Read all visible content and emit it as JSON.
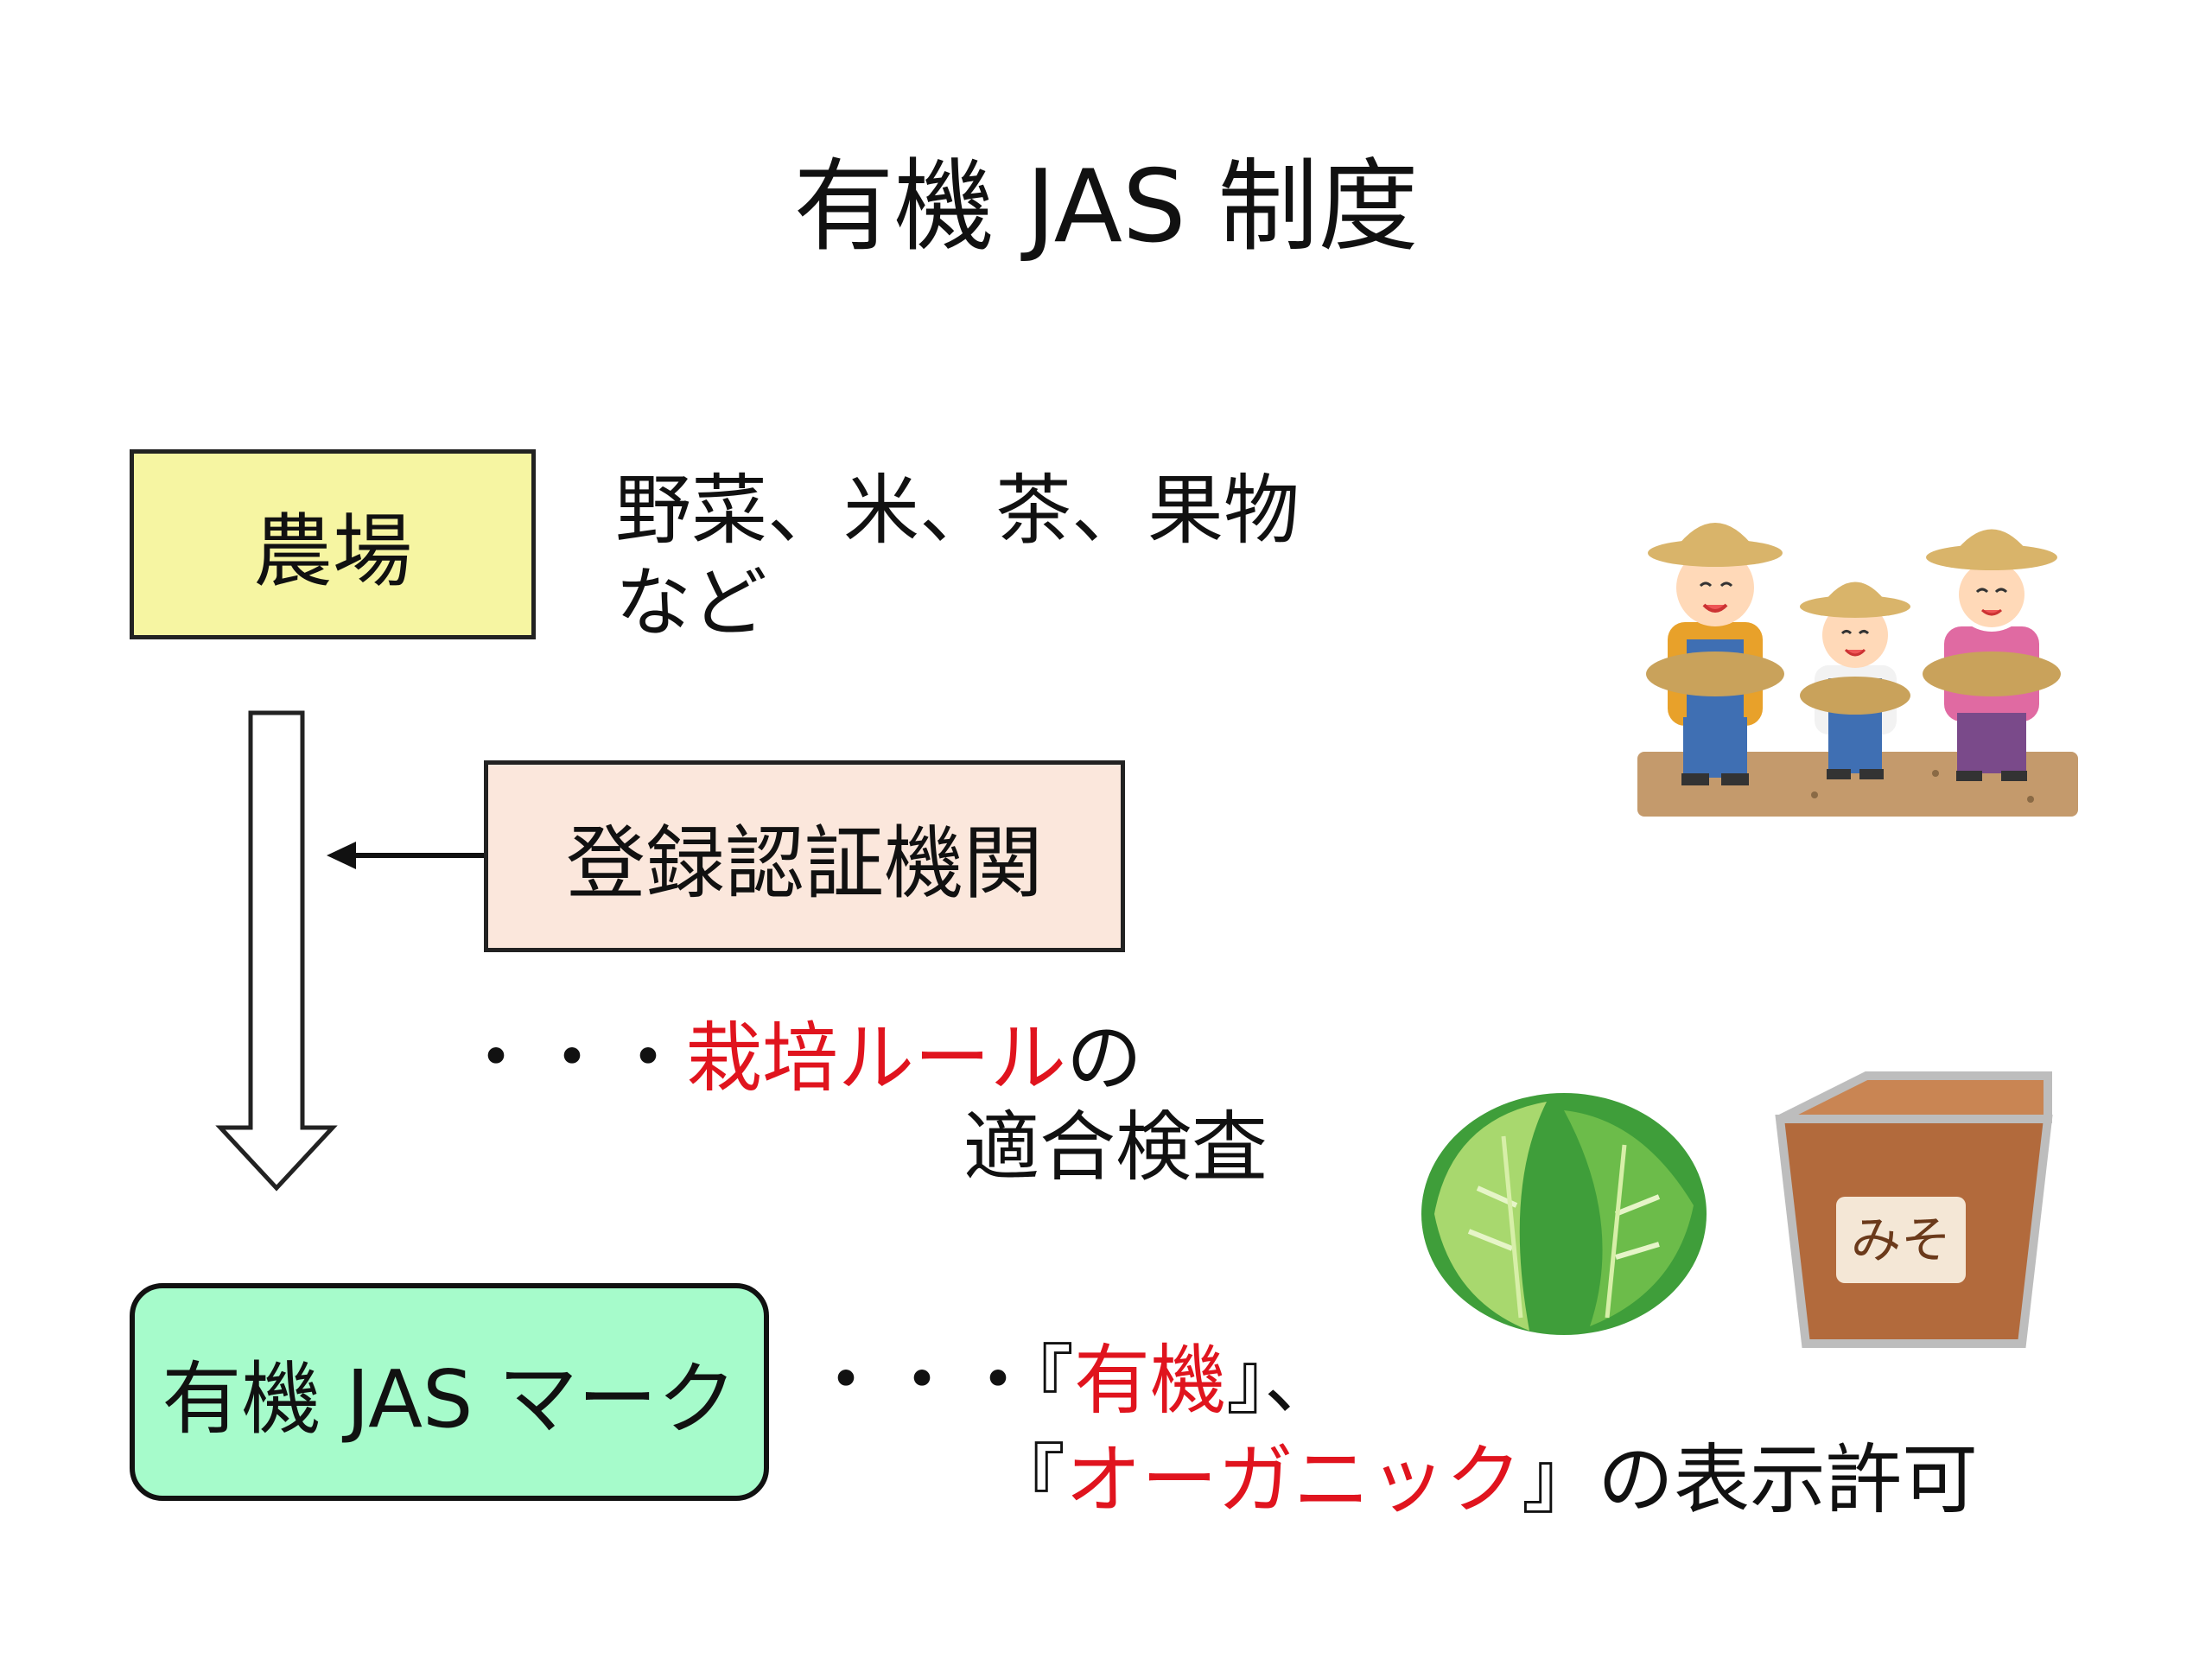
{
  "title": "有機 JAS 制度",
  "farm": {
    "label": "農場",
    "products_line1": "野菜、米、茶、果物",
    "products_line2": "など"
  },
  "certifier": {
    "label": "登録認証機関"
  },
  "inspection": {
    "dots": "・・・",
    "rule": "栽培ルール",
    "particle": "の",
    "line2": "適合検査"
  },
  "mark": {
    "label": "有機 JAS マーク"
  },
  "permission": {
    "dots": "・・・",
    "open1": "『",
    "word1": "有機",
    "close1": "』、",
    "open2": "『",
    "word2": "オーガニック",
    "close2": "』",
    "suffix": "の表示許可"
  },
  "images": {
    "farmers": "farmers-illustration",
    "cabbage": "cabbage-illustration",
    "miso": "miso-container-illustration",
    "miso_label": "みそ"
  },
  "colors": {
    "farm_box": "#f6f5a2",
    "certifier_box": "#fbe7dc",
    "mark_box": "#a6fbcb",
    "highlight": "#e0141e"
  }
}
